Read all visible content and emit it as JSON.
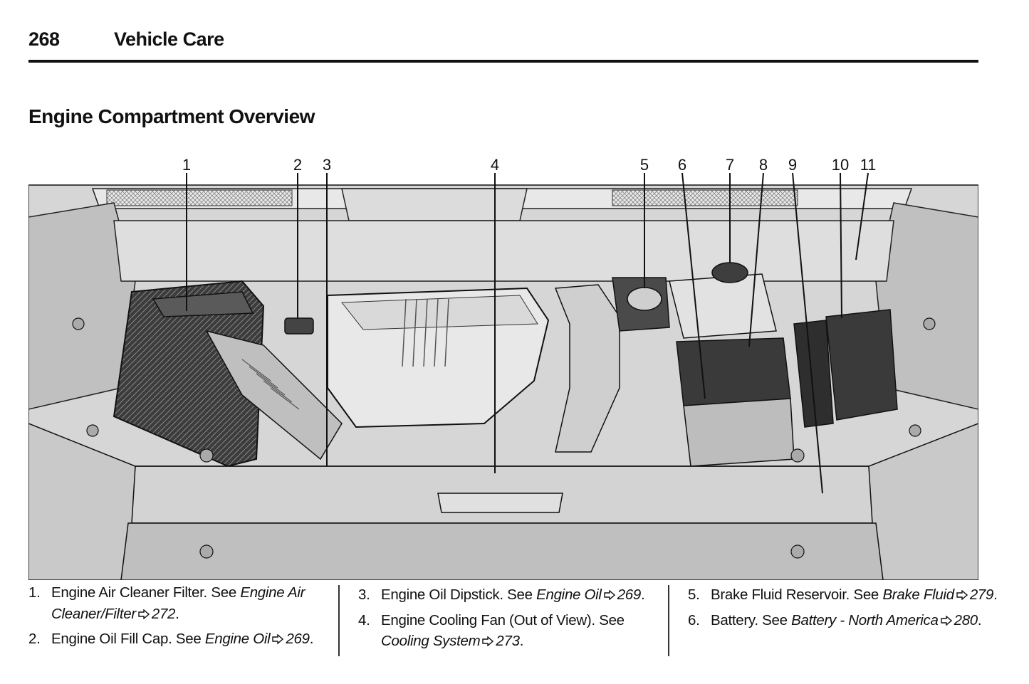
{
  "header": {
    "page_number": "268",
    "section": "Vehicle Care"
  },
  "title": "Engine Compartment Overview",
  "figure": {
    "callouts": [
      "1",
      "2",
      "3",
      "4",
      "5",
      "6",
      "7",
      "8",
      "9",
      "10",
      "11"
    ],
    "colors": {
      "line": "#111111",
      "fill_light": "#e4e4e4",
      "fill_mid": "#c8c8c8",
      "fill_dark": "#4a4a4a"
    }
  },
  "legend": {
    "col1": [
      {
        "num": "1.",
        "text": "Engine Air Cleaner Filter. See ",
        "ref": "Engine Air Cleaner/Filter",
        "page": "272",
        "end": "."
      },
      {
        "num": "2.",
        "text": "Engine Oil Fill Cap. See ",
        "ref": "Engine Oil",
        "page": "269",
        "end": "."
      }
    ],
    "col2": [
      {
        "num": "3.",
        "text": "Engine Oil Dipstick. See ",
        "ref": "Engine Oil",
        "page": "269",
        "end": "."
      },
      {
        "num": "4.",
        "text": "Engine Cooling Fan (Out of View). See ",
        "ref": "Cooling System",
        "page": "273",
        "end": "."
      }
    ],
    "col3": [
      {
        "num": "5.",
        "text": "Brake Fluid Reservoir. See ",
        "ref": "Brake Fluid",
        "page": "279",
        "end": "."
      },
      {
        "num": "6.",
        "text": "Battery. See ",
        "ref": "Battery - North America",
        "page": "280",
        "end": "."
      }
    ],
    "icon": "page-reference-arrow-icon"
  }
}
